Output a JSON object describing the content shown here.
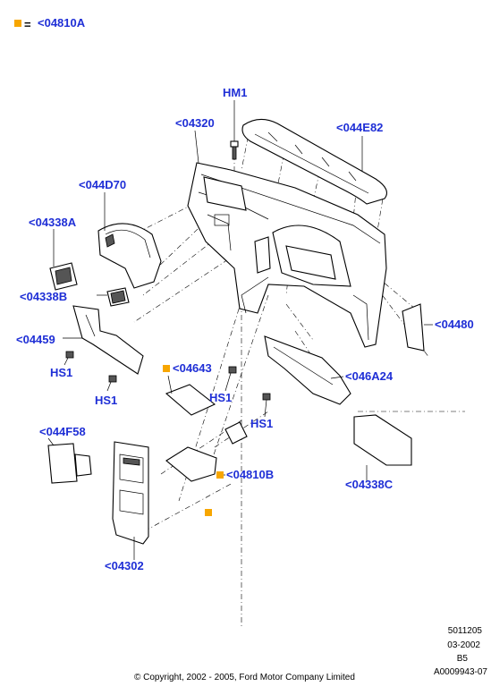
{
  "legend": {
    "marker_color": "#f7a600",
    "equals": "=",
    "label": "<04810A"
  },
  "callouts": {
    "hm1": "HM1",
    "p04320": "<04320",
    "p044e82": "<044E82",
    "p044d70": "<044D70",
    "p04338a": "<04338A",
    "p04338b": "<04338B",
    "p04459": "<04459",
    "hs1_a": "HS1",
    "hs1_b": "HS1",
    "p04643": "<04643",
    "hs1_c": "HS1",
    "p046a24": "<046A24",
    "p04480": "<04480",
    "hs1_d": "HS1",
    "p044f58": "<044F58",
    "p04810b": "<04810B",
    "p04338c": "<04338C",
    "p04302": "<04302"
  },
  "meta": {
    "code": "5011205",
    "date": "03-2002",
    "rev": "B5",
    "ref": "A0009943-07"
  },
  "copyright": "© Copyright, 2002 - 2005, Ford Motor Company Limited"
}
